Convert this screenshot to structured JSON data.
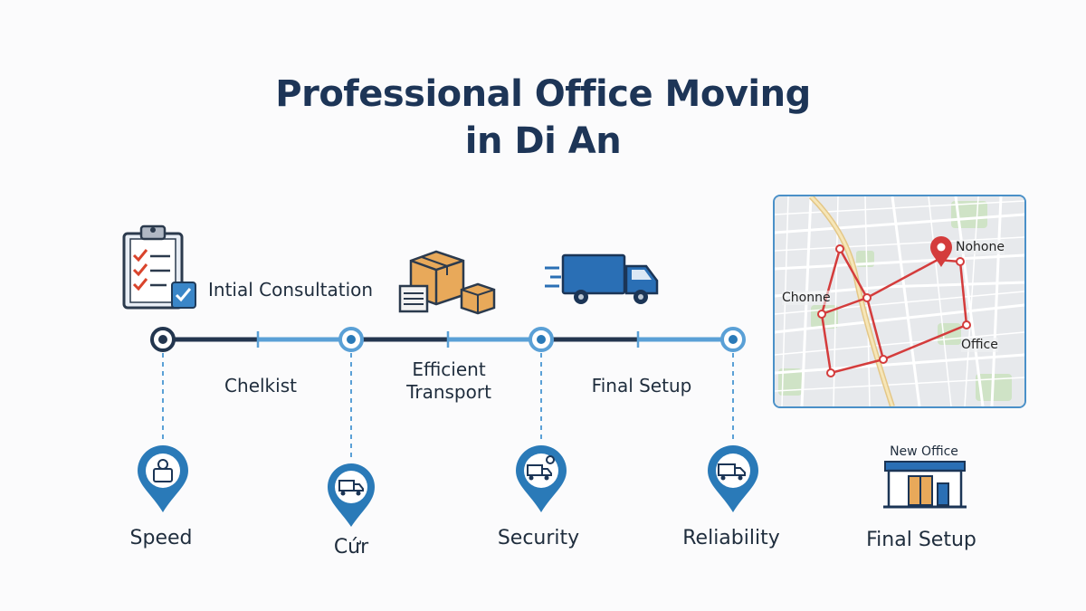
{
  "header": {
    "title_line1": "Professional Office Moving",
    "title_line2": "in Di An"
  },
  "timeline": {
    "step_initial": "Intial Consultation",
    "step_checklist": "Chelkist",
    "step_transport_line1": "Efficient",
    "step_transport_line2": "Transport",
    "step_final": "Final Setup"
  },
  "pins": {
    "speed": "Speed",
    "cost": "Cứr",
    "security": "Security",
    "reliability": "Reliability"
  },
  "new_office": {
    "sign": "New Office",
    "label": "Final Setup"
  },
  "map": {
    "label_top": "Nohone",
    "label_left": "Chonne",
    "label_right": "Office"
  },
  "colors": {
    "title": "#1d3557",
    "accent_blue": "#2a7ab8",
    "dark_navy": "#23364f",
    "route_red": "#d43c3c"
  }
}
